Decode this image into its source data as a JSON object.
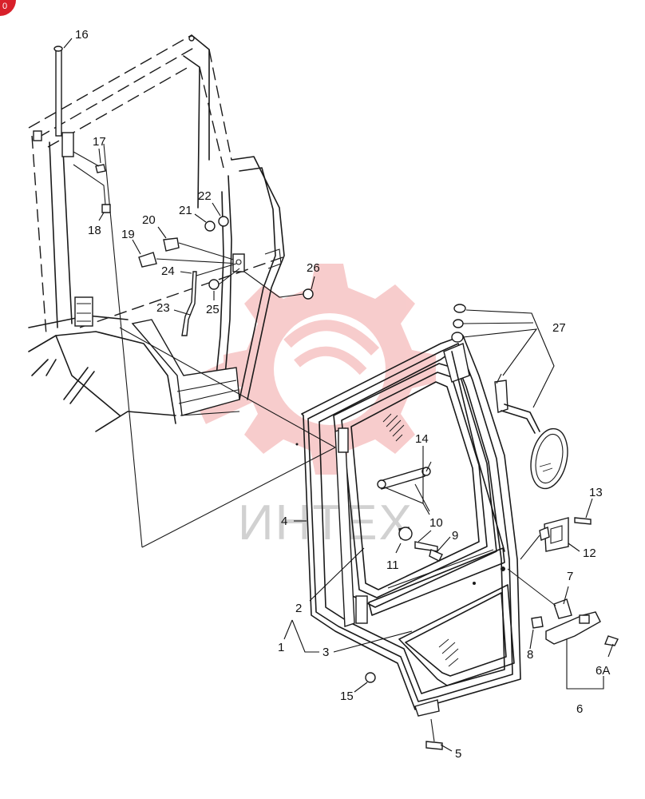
{
  "watermark": {
    "text": "ИНТЕХ",
    "gear_color": "#f2a3a3",
    "text_color": "#9a9a9a"
  },
  "corner_badge": {
    "text": "0",
    "color": "#d8202a"
  },
  "callouts": [
    {
      "id": "c1",
      "label": "1"
    },
    {
      "id": "c2",
      "label": "2"
    },
    {
      "id": "c3",
      "label": "3"
    },
    {
      "id": "c4",
      "label": "4"
    },
    {
      "id": "c5",
      "label": "5"
    },
    {
      "id": "c6",
      "label": "6"
    },
    {
      "id": "c6a",
      "label": "6A"
    },
    {
      "id": "c7",
      "label": "7"
    },
    {
      "id": "c8",
      "label": "8"
    },
    {
      "id": "c9",
      "label": "9"
    },
    {
      "id": "c10",
      "label": "10"
    },
    {
      "id": "c11",
      "label": "11"
    },
    {
      "id": "c12",
      "label": "12"
    },
    {
      "id": "c13",
      "label": "13"
    },
    {
      "id": "c14",
      "label": "14"
    },
    {
      "id": "c15",
      "label": "15"
    },
    {
      "id": "c16",
      "label": "16"
    },
    {
      "id": "c17",
      "label": "17"
    },
    {
      "id": "c18",
      "label": "18"
    },
    {
      "id": "c19",
      "label": "19"
    },
    {
      "id": "c20",
      "label": "20"
    },
    {
      "id": "c21",
      "label": "21"
    },
    {
      "id": "c22",
      "label": "22"
    },
    {
      "id": "c23",
      "label": "23"
    },
    {
      "id": "c24",
      "label": "24"
    },
    {
      "id": "c25",
      "label": "25"
    },
    {
      "id": "c26",
      "label": "26"
    },
    {
      "id": "c27",
      "label": "27"
    }
  ]
}
